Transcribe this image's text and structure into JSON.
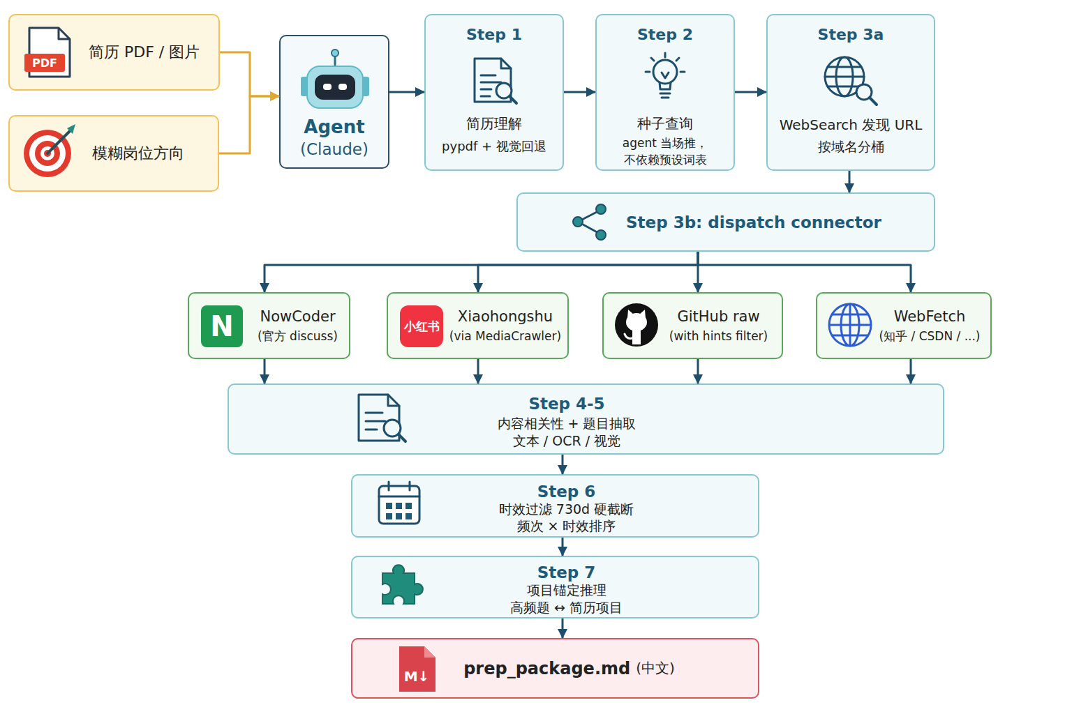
{
  "diagram": {
    "nodes": [
      {
        "text": [
          "简历 PDF / 图片"
        ]
      },
      {
        "text": [
          "模糊岗位方向"
        ]
      },
      {
        "text": [
          "Agent",
          "(Claude)"
        ]
      },
      {
        "text": [
          "Step 1",
          "简历理解",
          "pypdf + 视觉回退"
        ]
      },
      {
        "text": [
          "Step 2",
          "种子查询",
          "agent 当场推， 不依赖预设词表"
        ]
      },
      {
        "text": [
          "Step 3a",
          "WebSearch 发现 URL",
          "按域名分桶"
        ]
      },
      {
        "text": [
          "Step 3b: dispatch connector"
        ]
      },
      {
        "text": [
          "NowCoder",
          "(官方 discuss)"
        ]
      },
      {
        "text": [
          "Xiaohongshu",
          "(via MediaCrawler)"
        ]
      },
      {
        "text": [
          "GitHub raw",
          "(with hints filter)"
        ]
      },
      {
        "text": [
          "WebFetch",
          "(知乎 / CSDN / ...)"
        ]
      },
      {
        "text": [
          "Step 4-5",
          "内容相关性 + 题目抽取",
          "文本 / OCR / 视觉"
        ]
      },
      {
        "text": [
          "Step 6",
          "时效过滤 730d 硬截断",
          "频次 × 时效排序"
        ]
      },
      {
        "text": [
          "Step 7",
          "项目锚定推理",
          "高频题 ↔ 简历项目"
        ]
      },
      {
        "text": [
          "prep_package.md",
          "(中文)"
        ]
      }
    ],
    "edges": [
      {
        "from": 0,
        "to": 2,
        "arrow": "to"
      },
      {
        "from": 1,
        "to": 2,
        "arrow": "to"
      },
      {
        "from": 2,
        "to": 3,
        "arrow": "to"
      },
      {
        "from": 3,
        "to": 4,
        "arrow": "to"
      },
      {
        "from": 4,
        "to": 5,
        "arrow": "to"
      },
      {
        "from": 5,
        "to": 6,
        "arrow": "to"
      },
      {
        "from": 6,
        "to": 7,
        "arrow": "to"
      },
      {
        "from": 6,
        "to": 8,
        "arrow": "to"
      },
      {
        "from": 6,
        "to": 9,
        "arrow": "to"
      },
      {
        "from": 6,
        "to": 10,
        "arrow": "to"
      },
      {
        "from": 7,
        "to": 11,
        "arrow": "to"
      },
      {
        "from": 8,
        "to": 11,
        "arrow": "to"
      },
      {
        "from": 9,
        "to": 11,
        "arrow": "to"
      },
      {
        "from": 10,
        "to": 11,
        "arrow": "to"
      },
      {
        "from": 11,
        "to": 12,
        "arrow": "to"
      },
      {
        "from": 12,
        "to": 13,
        "arrow": "to"
      },
      {
        "from": 13,
        "to": 14,
        "arrow": "to"
      }
    ],
    "labels": [
      "PDF",
      "N",
      "小红书",
      "M↓"
    ]
  }
}
